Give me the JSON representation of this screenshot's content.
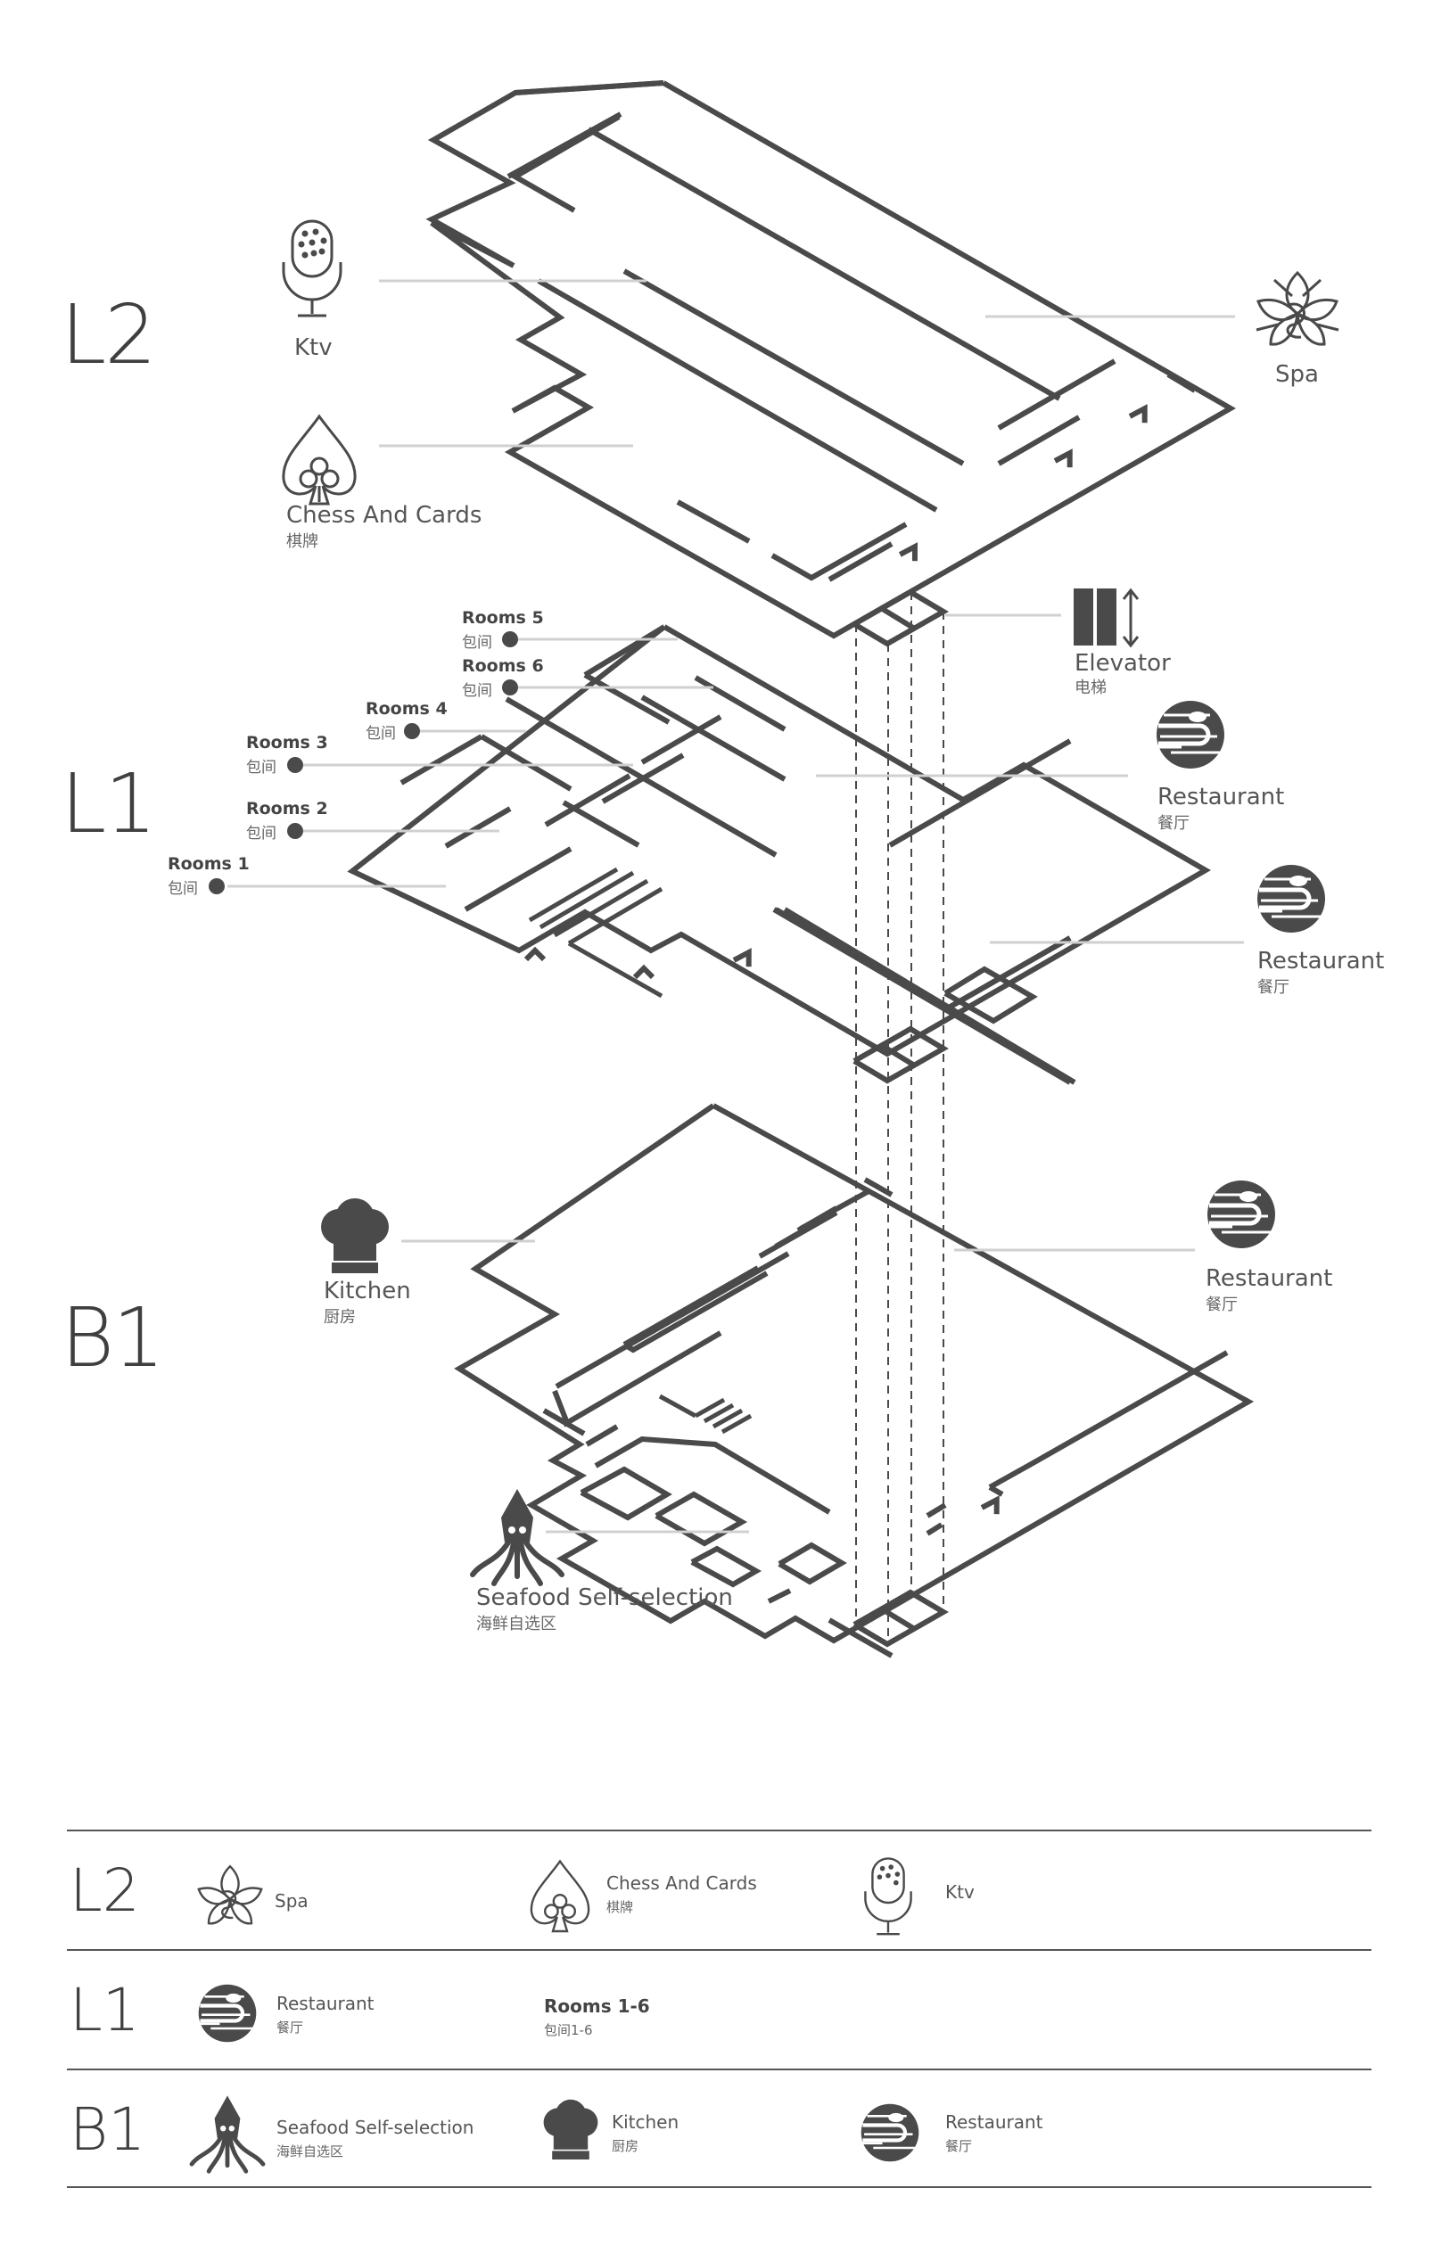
{
  "floors": {
    "l2": "L2",
    "l1": "L1",
    "b1": "B1"
  },
  "l2_tags": {
    "ktv": {
      "en": "Ktv"
    },
    "chess": {
      "en": "Chess And Cards",
      "cn": "棋牌"
    },
    "spa": {
      "en": "Spa"
    },
    "elevator": {
      "en": "Elevator",
      "cn": "电梯"
    }
  },
  "l1_tags": {
    "rooms": [
      {
        "en": "Rooms 5",
        "cn": "包间"
      },
      {
        "en": "Rooms 6",
        "cn": "包间"
      },
      {
        "en": "Rooms 4",
        "cn": "包间"
      },
      {
        "en": "Rooms 3",
        "cn": "包间"
      },
      {
        "en": "Rooms 2",
        "cn": "包间"
      },
      {
        "en": "Rooms 1",
        "cn": "包间"
      }
    ],
    "restaurant_a": {
      "en": "Restaurant",
      "cn": "餐厅"
    },
    "restaurant_b": {
      "en": "Restaurant",
      "cn": "餐厅"
    }
  },
  "b1_tags": {
    "kitchen": {
      "en": "Kitchen",
      "cn": "厨房"
    },
    "restaurant": {
      "en": "Restaurant",
      "cn": "餐厅"
    },
    "seafood": {
      "en": "Seafood Self-selection",
      "cn": "海鲜自选区"
    }
  },
  "legend": {
    "l2": {
      "label": "L2",
      "items": [
        {
          "en": "Spa",
          "icon": "lotus-icon"
        },
        {
          "en": "Chess And Cards",
          "cn": "棋牌",
          "icon": "spade-icon"
        },
        {
          "en": "Ktv",
          "icon": "microphone-icon"
        }
      ]
    },
    "l1": {
      "label": "L1",
      "items": [
        {
          "en": "Restaurant",
          "cn": "餐厅",
          "icon": "plate-icon"
        },
        {
          "en": "Rooms 1-6",
          "cn": "包间1-6"
        }
      ]
    },
    "b1": {
      "label": "B1",
      "items": [
        {
          "en": "Seafood Self-selection",
          "cn": "海鲜自选区",
          "icon": "squid-icon"
        },
        {
          "en": "Kitchen",
          "cn": "厨房",
          "icon": "chef-hat-icon"
        },
        {
          "en": "Restaurant",
          "cn": "餐厅",
          "icon": "plate-icon"
        }
      ]
    }
  },
  "colors": {
    "line": "#4a4a4a",
    "leader": "#cfcfcf",
    "icon": "#4a4a4a"
  }
}
